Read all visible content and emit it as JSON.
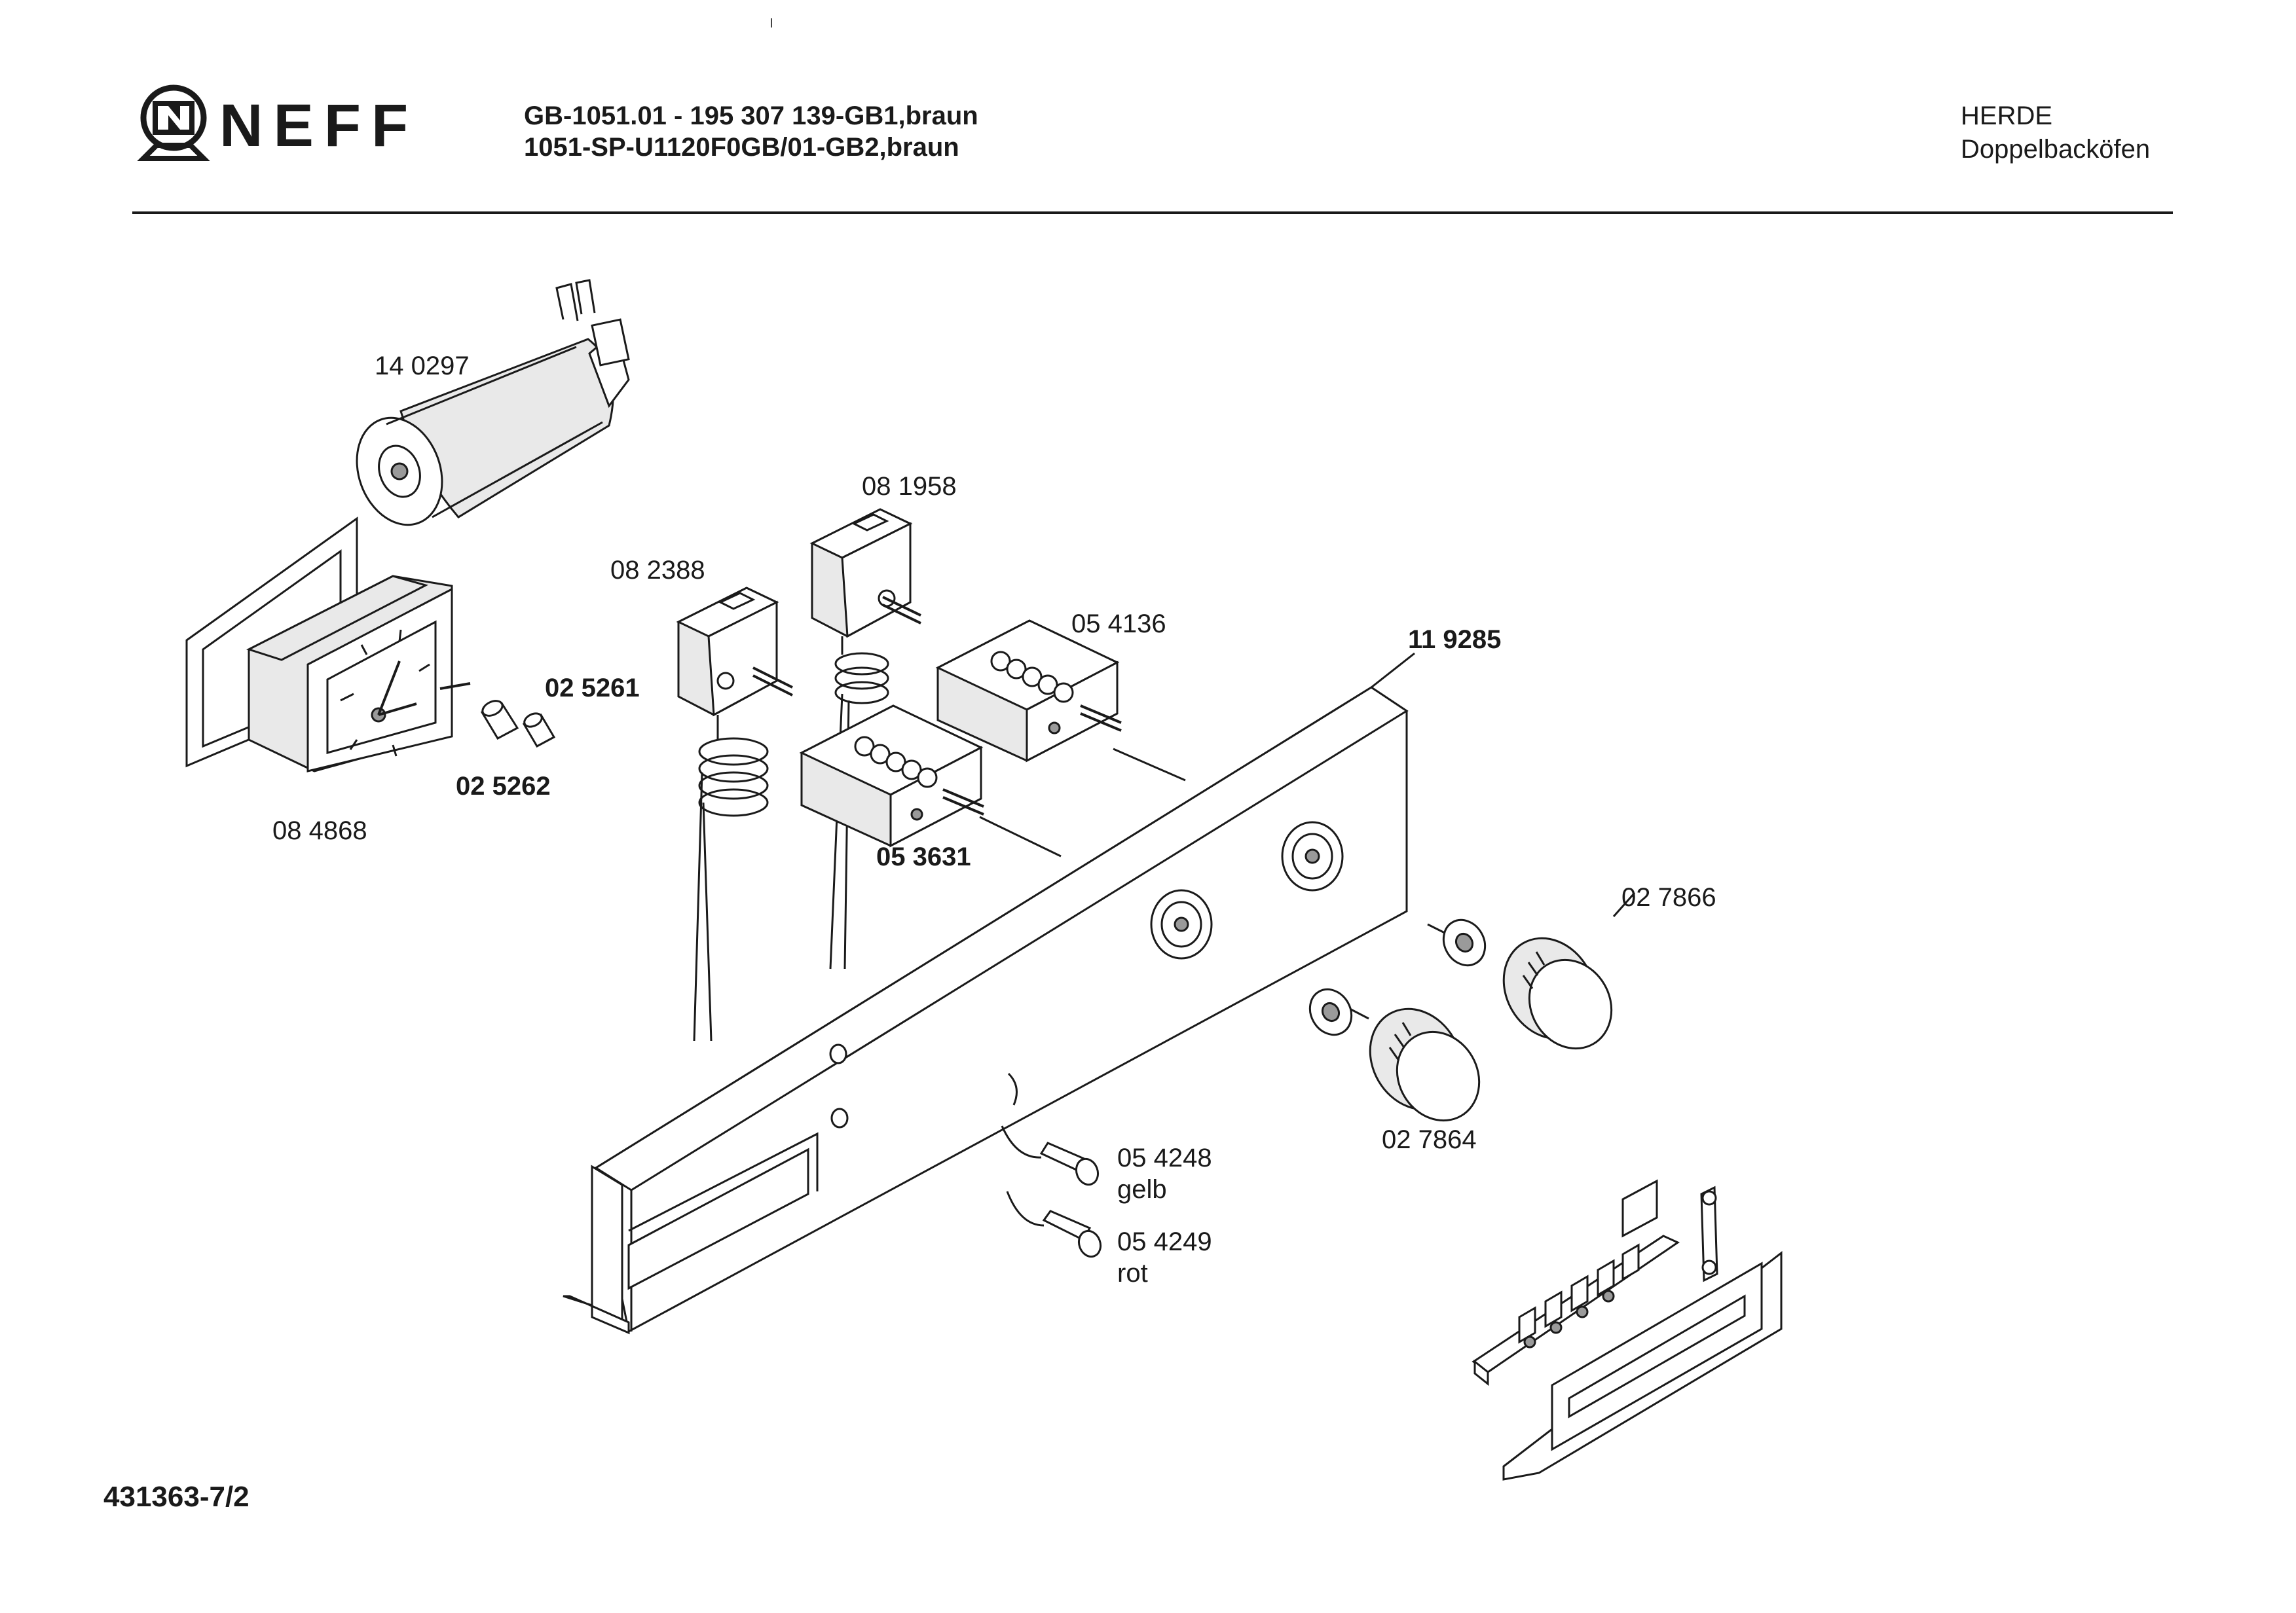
{
  "brand": {
    "name": "NEFF"
  },
  "header": {
    "line1": "GB-1051.01 - 195 307 139-GB1,braun",
    "line2": "1051-SP-U1120F0GB/01-GB2,braun"
  },
  "category": {
    "line1": "HERDE",
    "line2": "Doppelbacköfen"
  },
  "parts": {
    "capacitor": "14 0297",
    "thermostat_right": "08 1958",
    "thermostat_left": "08 2388",
    "switch_right": "05 4136",
    "switch_left": "05 3631",
    "panel": "11 9285",
    "clock_knob_a": "02 5261",
    "clock_knob_b": "02 5262",
    "clock": "08 4868",
    "knob_right": "02 7866",
    "knob_left": "02 7864",
    "lamp_yellow": "05 4248",
    "lamp_yellow_color": "gelb",
    "lamp_red": "05 4249",
    "lamp_red_color": "rot"
  },
  "footer": {
    "code": "431363-7/2"
  },
  "icons": [
    "neff-logo-icon"
  ]
}
